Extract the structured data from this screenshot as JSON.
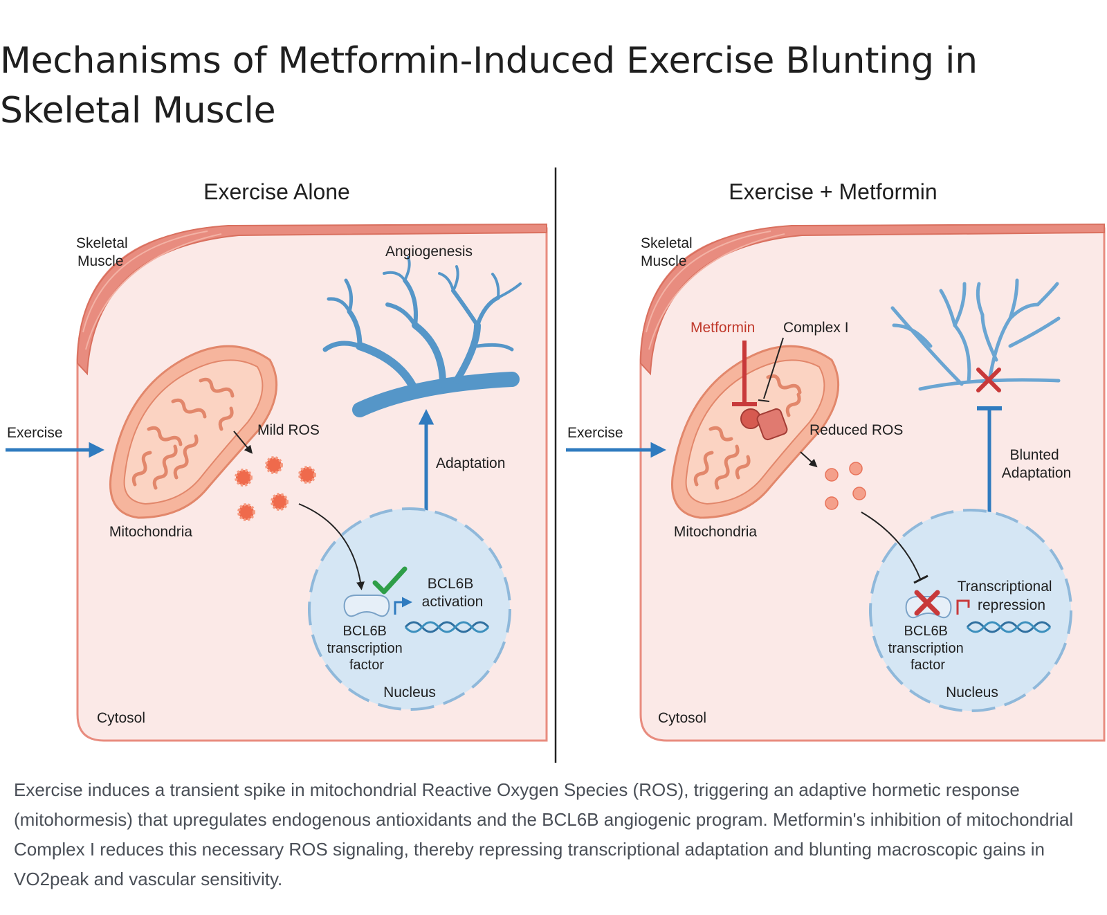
{
  "title": "Mechanisms of Metformin-Induced Exercise Blunting in Skeletal Muscle",
  "caption": "Exercise induces a transient spike in mitochondrial Reactive Oxygen Species (ROS), triggering an adaptive hormetic response (mitohormesis) that upregulates endogenous antioxidants and the BCL6B angiogenic program. Metformin's inhibition of mitochondrial Complex I reduces this necessary ROS signaling, thereby repressing transcriptional adaptation and blunting macroscopic gains in VO2peak and vascular sensitivity.",
  "colors": {
    "cytosol": "#fbe9e7",
    "muscle": "#e88c7f",
    "mitochondria": "#f6b59d",
    "vessel": "#5596c8",
    "arrow_blue": "#2f7bbf",
    "nucleus": "#d5e6f4",
    "ros": "#ef6a4c",
    "check": "#2e9e48",
    "inhibit_red": "#c8393a",
    "metformin_red": "#c0392b"
  },
  "panels": {
    "left": {
      "heading": "Exercise Alone",
      "skeletal_muscle": [
        "Skeletal",
        "Muscle"
      ],
      "exercise": "Exercise",
      "mitochondria": "Mitochondria",
      "ros": "Mild ROS",
      "angiogenesis": "Angiogenesis",
      "adaptation": "Adaptation",
      "bcl6b_status": [
        "BCL6B",
        "activation"
      ],
      "tf_label": [
        "BCL6B",
        "transcription",
        "factor"
      ],
      "nucleus": "Nucleus",
      "cytosol": "Cytosol"
    },
    "right": {
      "heading": "Exercise + Metformin",
      "skeletal_muscle": [
        "Skeletal",
        "Muscle"
      ],
      "metformin": "Metformin",
      "complex1": "Complex I",
      "exercise": "Exercise",
      "mitochondria": "Mitochondria",
      "ros": "Reduced ROS",
      "blunted": [
        "Blunted",
        "Adaptation"
      ],
      "repression": [
        "Transcriptional",
        "repression"
      ],
      "tf_label": [
        "BCL6B",
        "transcription",
        "factor"
      ],
      "nucleus": "Nucleus",
      "cytosol": "Cytosol"
    }
  }
}
